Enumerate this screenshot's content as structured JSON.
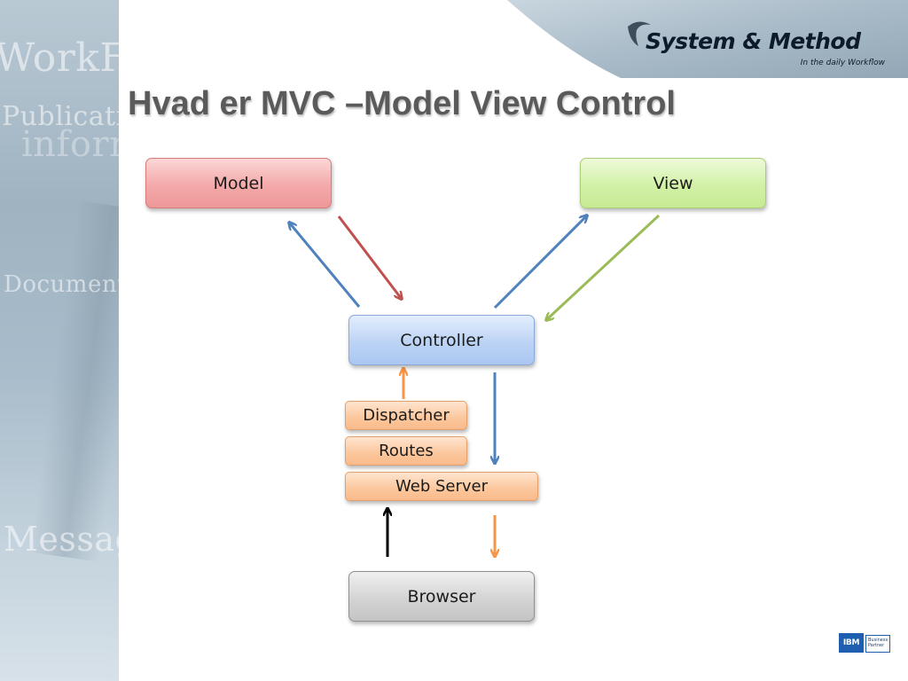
{
  "slide": {
    "title": "Hvad er MVC –Model View Control"
  },
  "branding": {
    "company": "System & Method",
    "tagline": "In the daily Workflow",
    "partner_logo": {
      "ibm": "IBM",
      "line1": "Business",
      "line2": "Partner"
    }
  },
  "background_text": {
    "workflow": "WorkFlow",
    "publication": "Publication",
    "information": "information",
    "document": "Document",
    "message": "Message"
  },
  "diagram": {
    "nodes": {
      "model": "Model",
      "view": "View",
      "controller": "Controller",
      "dispatcher": "Dispatcher",
      "routes": "Routes",
      "web_server": "Web Server",
      "browser": "Browser"
    },
    "edges": [
      {
        "from": "Controller",
        "to": "Model",
        "color": "#4f81bd"
      },
      {
        "from": "Model",
        "to": "Controller",
        "color": "#c0504d"
      },
      {
        "from": "Controller",
        "to": "View",
        "color": "#4f81bd"
      },
      {
        "from": "View",
        "to": "Controller",
        "color": "#9bbb59"
      },
      {
        "from": "Dispatcher",
        "to": "Controller",
        "color": "#f79646"
      },
      {
        "from": "Controller",
        "to": "Web Server",
        "color": "#4f81bd"
      },
      {
        "from": "Browser",
        "to": "Web Server",
        "color": "#000000"
      },
      {
        "from": "Web Server",
        "to": "Browser",
        "color": "#f79646"
      }
    ]
  },
  "colors": {
    "title": "#5a5a5a",
    "model_fill": "#f4a9a9",
    "view_fill": "#d2f1a7",
    "controller_fill": "#bcd3f5",
    "server_fill": "#fcc79c",
    "browser_fill": "#d4d4d4",
    "arrow_blue": "#4f81bd",
    "arrow_red": "#c0504d",
    "arrow_green": "#9bbb59",
    "arrow_orange": "#f79646",
    "arrow_black": "#000000"
  }
}
